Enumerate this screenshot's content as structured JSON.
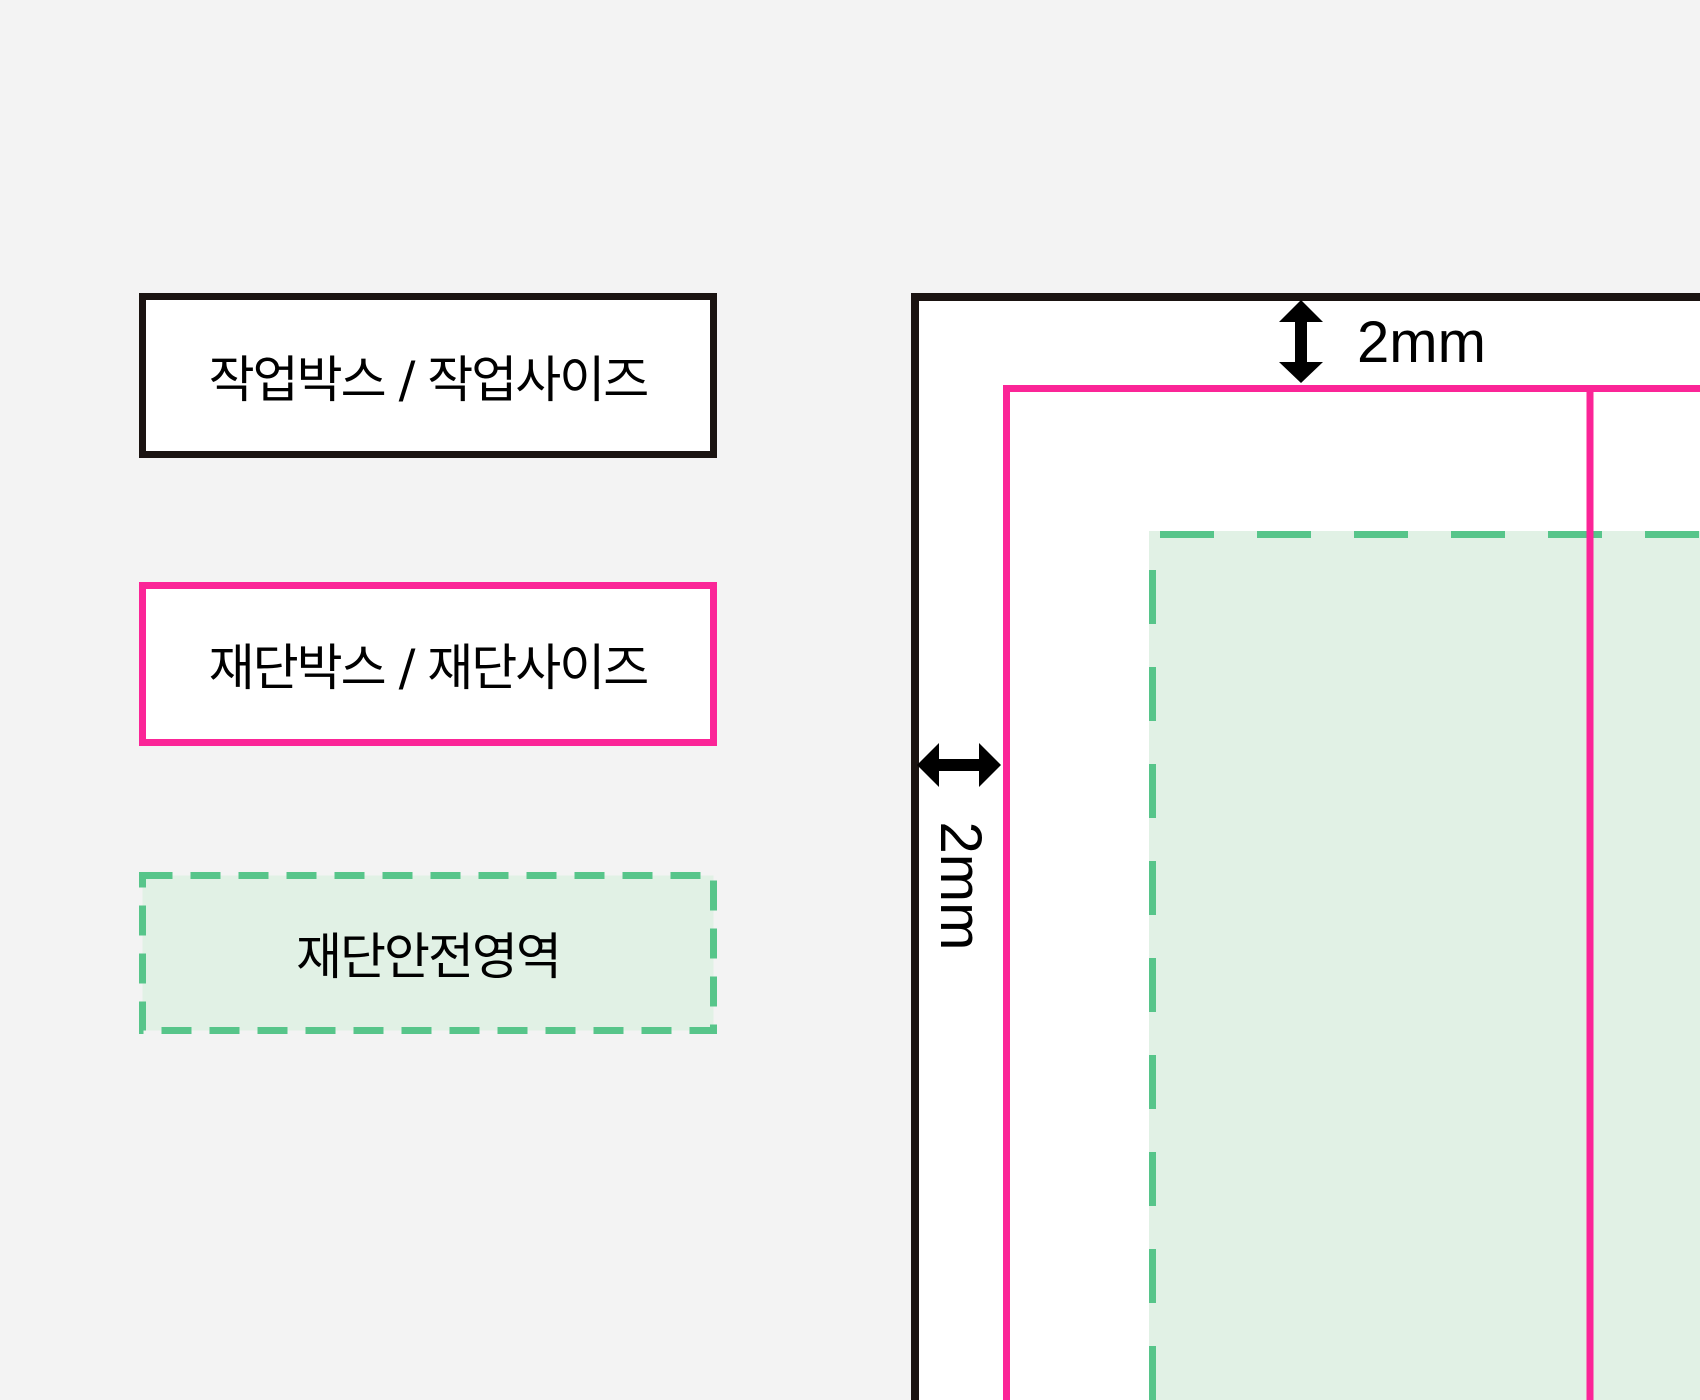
{
  "legend": {
    "items": [
      {
        "label": "작업박스 / 작업사이즈",
        "style": "solid",
        "color": "#1a1311"
      },
      {
        "label": "재단박스 / 재단사이즈",
        "style": "solid",
        "color": "#fb2597"
      },
      {
        "label": "재단안전영역",
        "style": "dashed",
        "color": "#57c58a",
        "fill": "#e1f1e5"
      }
    ]
  },
  "diagram": {
    "work_box_color": "#1a1311",
    "trim_box_color": "#fb2597",
    "safe_area_color": "#57c58a",
    "safe_area_fill": "#e1f1e5",
    "top_margin_label": "2mm",
    "left_margin_label": "2mm"
  }
}
